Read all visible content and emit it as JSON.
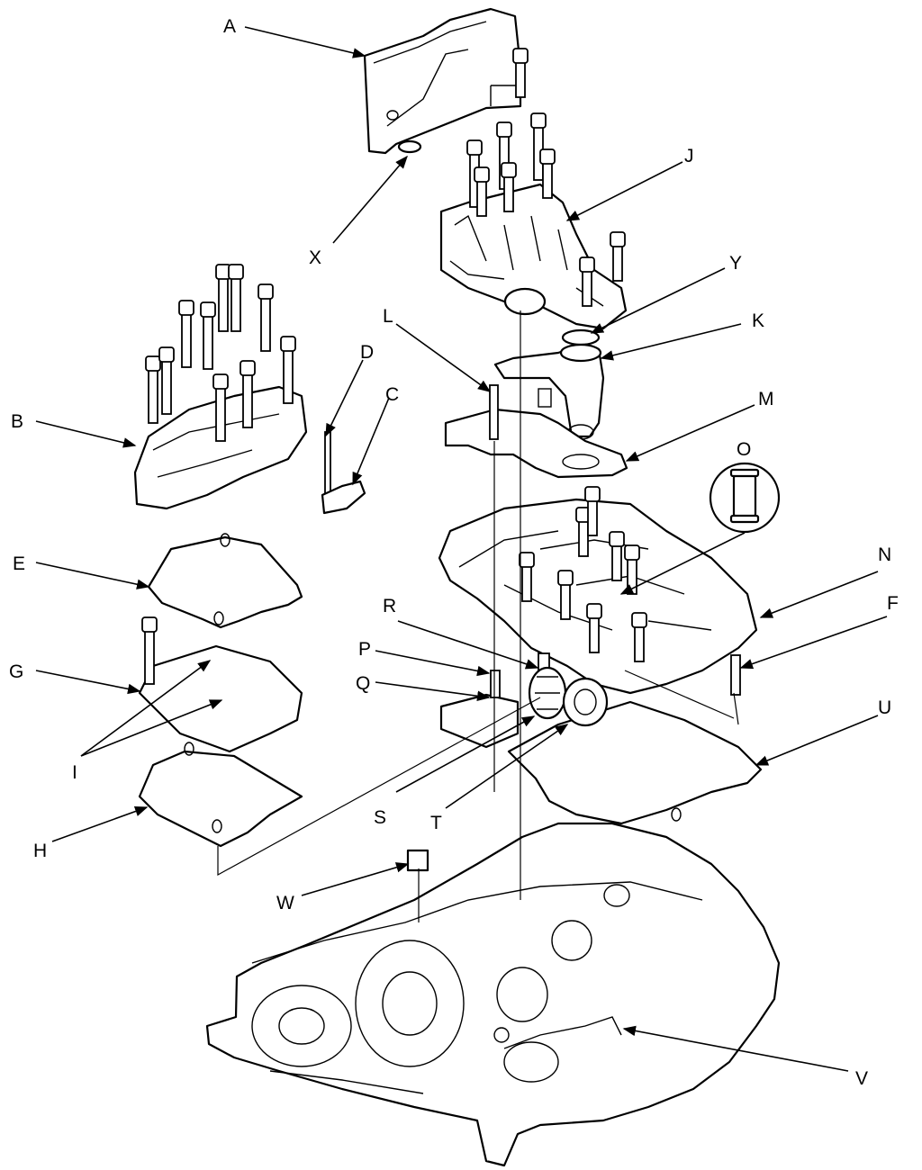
{
  "callouts": {
    "A": "A",
    "B": "B",
    "C": "C",
    "D": "D",
    "E": "E",
    "F": "F",
    "G": "G",
    "H": "H",
    "I": "I",
    "J": "J",
    "K": "K",
    "L": "L",
    "M": "M",
    "N": "N",
    "O": "O",
    "P": "P",
    "Q": "Q",
    "R": "R",
    "S": "S",
    "T": "T",
    "U": "U",
    "V": "V",
    "W": "W",
    "X": "X",
    "Y": "Y"
  }
}
